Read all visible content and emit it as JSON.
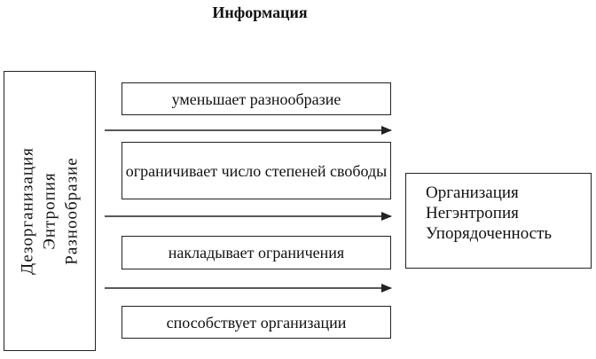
{
  "title": "Информация",
  "left_box": {
    "lines": [
      "Дезорганизация",
      "Энтропия",
      "Разнообразие"
    ]
  },
  "middle_boxes": [
    {
      "text": "уменьшает разнообразие"
    },
    {
      "text": "ограничивает число степеней свободы"
    },
    {
      "text": "накладывает ограничения"
    },
    {
      "text": "способствует организации"
    }
  ],
  "right_box": {
    "lines": [
      "Организация",
      "Негэнтропия",
      "Упорядоченность"
    ]
  },
  "colors": {
    "stroke": "#222222",
    "background": "#ffffff"
  }
}
